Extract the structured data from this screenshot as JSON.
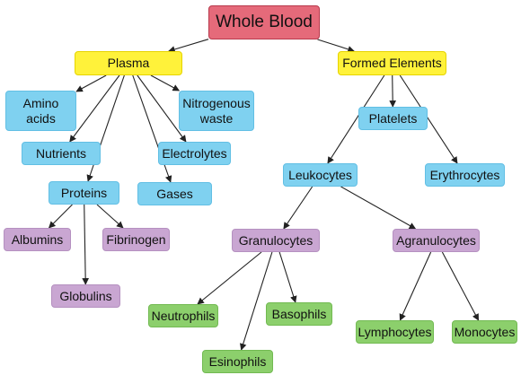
{
  "nodes": {
    "whole_blood": "Whole Blood",
    "plasma": "Plasma",
    "formed_elements": "Formed Elements",
    "amino_acids": "Amino\nacids",
    "nitrogenous_waste": "Nitrogenous\nwaste",
    "nutrients": "Nutrients",
    "electrolytes": "Electrolytes",
    "proteins": "Proteins",
    "gases": "Gases",
    "albumins": "Albumins",
    "fibrinogen": "Fibrinogen",
    "globulins": "Globulins",
    "platelets": "Platelets",
    "leukocytes": "Leukocytes",
    "erythrocytes": "Erythrocytes",
    "granulocytes": "Granulocytes",
    "agranulocytes": "Agranulocytes",
    "neutrophils": "Neutrophils",
    "basophils": "Basophils",
    "esinophils": "Esinophils",
    "lymphocytes": "Lymphocytes",
    "monocytes": "Monocytes"
  },
  "colors": {
    "root": "#e56a7a",
    "level1": "#fff23a",
    "plasma_components": "#7fd1f0",
    "protein_types": "#c9a6d2",
    "granulocyte_types": "#8ccf6c"
  },
  "edges": [
    [
      "whole_blood",
      "plasma"
    ],
    [
      "whole_blood",
      "formed_elements"
    ],
    [
      "plasma",
      "amino_acids"
    ],
    [
      "plasma",
      "nutrients"
    ],
    [
      "plasma",
      "proteins"
    ],
    [
      "plasma",
      "gases"
    ],
    [
      "plasma",
      "electrolytes"
    ],
    [
      "plasma",
      "nitrogenous_waste"
    ],
    [
      "proteins",
      "albumins"
    ],
    [
      "proteins",
      "globulins"
    ],
    [
      "proteins",
      "fibrinogen"
    ],
    [
      "formed_elements",
      "platelets"
    ],
    [
      "formed_elements",
      "leukocytes"
    ],
    [
      "formed_elements",
      "erythrocytes"
    ],
    [
      "leukocytes",
      "granulocytes"
    ],
    [
      "leukocytes",
      "agranulocytes"
    ],
    [
      "granulocytes",
      "neutrophils"
    ],
    [
      "granulocytes",
      "esinophils"
    ],
    [
      "granulocytes",
      "basophils"
    ],
    [
      "agranulocytes",
      "lymphocytes"
    ],
    [
      "agranulocytes",
      "monocytes"
    ]
  ]
}
